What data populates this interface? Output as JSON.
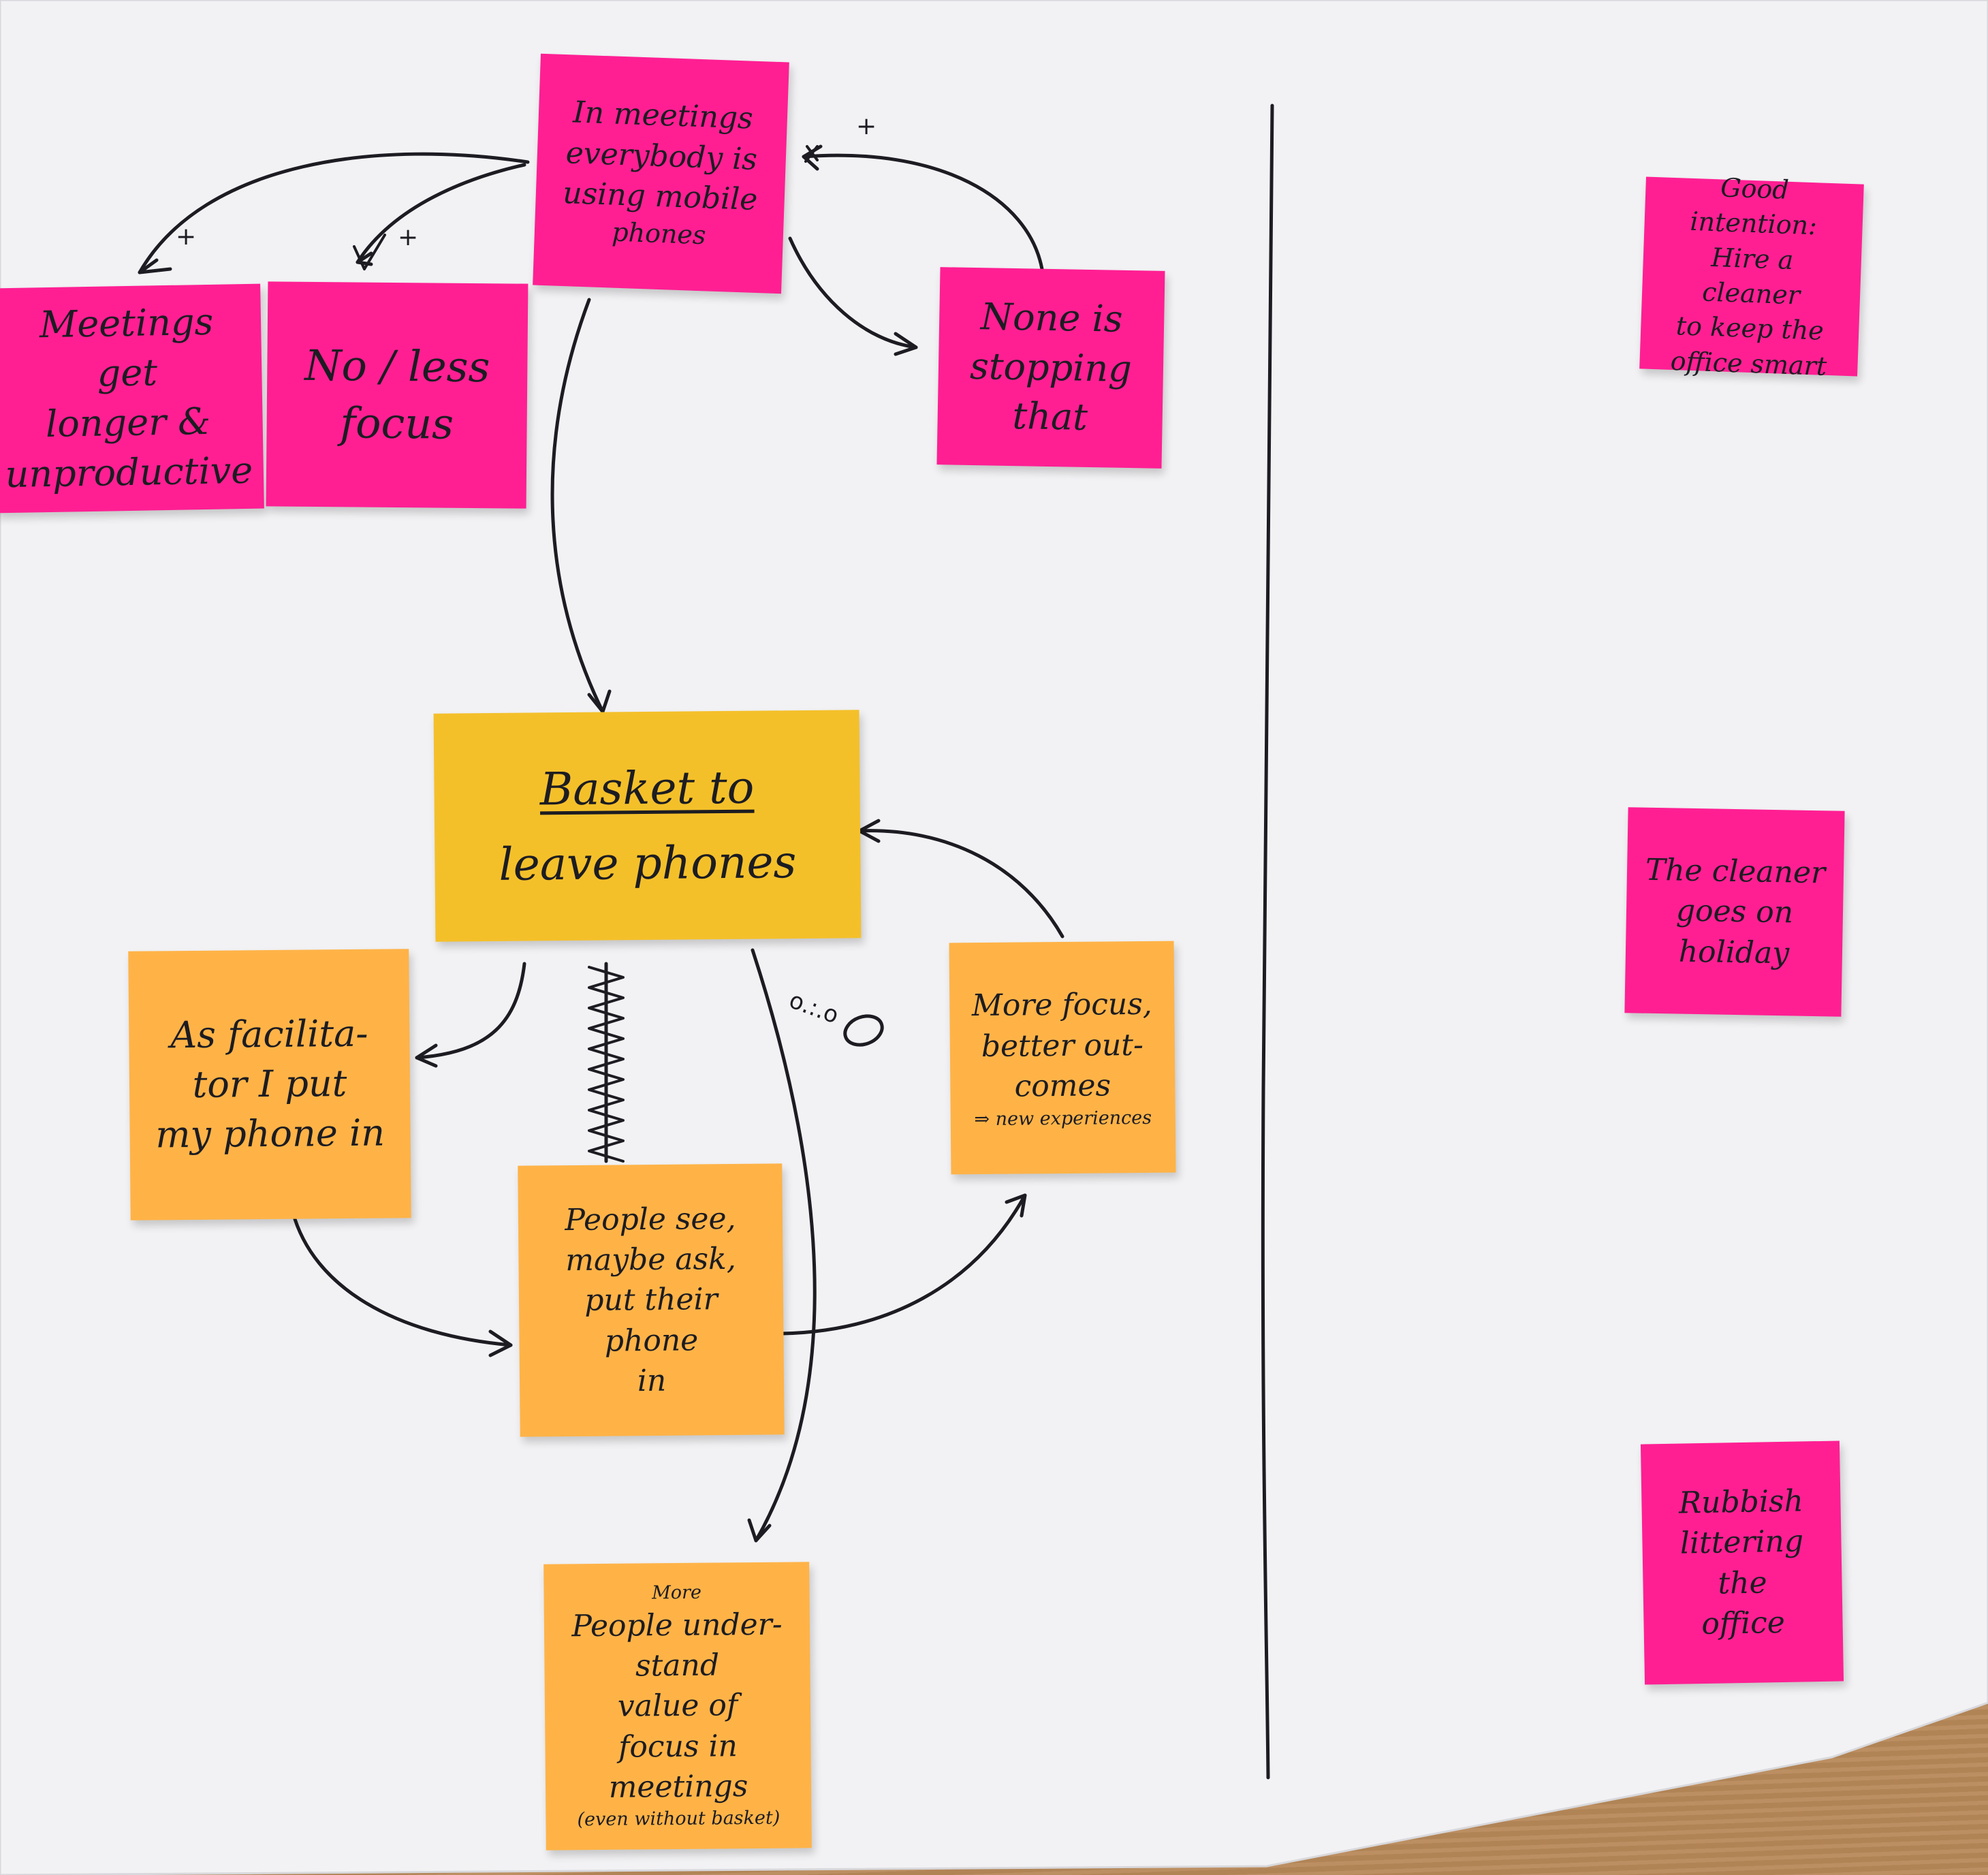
{
  "notes": {
    "meetings_phones": {
      "lines": [
        "In meetings",
        "everybody is",
        "using mobile",
        "phones"
      ]
    },
    "meetings_longer": {
      "lines": [
        "Meetings get",
        "longer &",
        "unproductive"
      ]
    },
    "less_focus": {
      "lines": [
        "No / less",
        "focus"
      ]
    },
    "none_stopping": {
      "lines": [
        "None is",
        "stopping",
        "that"
      ]
    },
    "basket": {
      "line1": "Basket to",
      "line2": "leave phones"
    },
    "facilitator": {
      "lines": [
        "As facilita-",
        "tor I put",
        "my phone in"
      ]
    },
    "people_see": {
      "lines": [
        "People see,",
        "maybe ask,",
        "put their phone",
        "in"
      ]
    },
    "more_focus": {
      "lines": [
        "More focus,",
        "better out-",
        "comes"
      ],
      "extra": "⇒ new experiences"
    },
    "understand": {
      "lines": [
        "More",
        "People under-",
        "stand",
        "value of",
        "focus in meetings",
        "(even without basket)"
      ]
    },
    "good_intention": {
      "lines": [
        "Good intention:",
        "Hire a cleaner",
        "to keep the",
        "office smart"
      ]
    },
    "cleaner_holiday": {
      "lines": [
        "The cleaner",
        "goes on",
        "holiday"
      ]
    },
    "rubbish": {
      "lines": [
        "Rubbish",
        "littering the",
        "office"
      ]
    }
  },
  "annotations": {
    "plus_1": "+",
    "plus_2": "+",
    "plus_3": "+",
    "delay_mark": "o.:.o"
  },
  "colors": {
    "paper": "#f2f2f4",
    "sticky_pink": "#ff1f93",
    "sticky_orange": "#ffb347",
    "sticky_yellow": "#f4c02a",
    "ink": "#1c1c22",
    "table": "#b8895a"
  }
}
